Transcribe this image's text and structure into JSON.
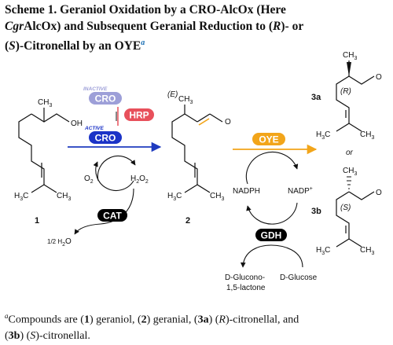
{
  "title": {
    "line1_prefix": "Scheme 1. Geraniol Oxidation by a CRO-AlcOx (Here",
    "line2_italic": "Cgr",
    "line2_rest": "AlcOx) and Subsequent Geranial Reduction to (",
    "line2_R": "R",
    "line2_end": ")- or",
    "line3_open": "(",
    "line3_S": "S",
    "line3_rest": ")-Citronellal by an OYE",
    "note_mark": "a"
  },
  "scheme": {
    "inactive_tag": "INACTIVE",
    "active_tag": "ACTIVE",
    "cro_inactive": "CRO",
    "hrp": "HRP",
    "cro_active": "CRO",
    "oye": "OYE",
    "cat": "CAT",
    "gdh": "GDH",
    "o2": "O",
    "o2_sub": "2",
    "h2o2": "H",
    "h2o2_sub1": "2",
    "h2o2_mid": "O",
    "h2o2_sub2": "2",
    "half_water": "1/2 H",
    "half_water_sub": "2",
    "half_water_end": "O",
    "nadph": "NADPH",
    "nadp": "NADP",
    "nadp_sup": "+",
    "gluconolactone_1": "D-Glucono-",
    "gluconolactone_2": "1,5-lactone",
    "glucose": "D-Glucose",
    "or_label": "or",
    "e_label": "(E)",
    "r_label": "(R)",
    "s_label": "(S)",
    "oh": "OH",
    "o": "O",
    "ch3": "CH",
    "ch3_sub": "3",
    "h3c": "H",
    "h3c_sub": "3",
    "h3c_c": "C",
    "cmpd1": "1",
    "cmpd2": "2",
    "cmpd3a": "3a",
    "cmpd3b": "3b"
  },
  "footnote": {
    "mark": "a",
    "p1": "Compounds are (",
    "c1": "1",
    "p2": ") geraniol, (",
    "c2": "2",
    "p3": ") geranial, (",
    "c3": "3a",
    "p4": ") (",
    "r": "R",
    "p5": ")-citronellal, and",
    "p6": "(",
    "c4": "3b",
    "p7": ") (",
    "s": "S",
    "p8": ")-citronellal."
  },
  "colors": {
    "cro_inactive": "#9d9fd8",
    "hrp": "#e8505b",
    "cro_active": "#1b33c7",
    "oye": "#f2a51a",
    "arrow_blue": "#1f3bbf",
    "arrow_orange": "#f2a51a",
    "black_pill": "#000000",
    "highlight_bond": "#f2a51a"
  }
}
